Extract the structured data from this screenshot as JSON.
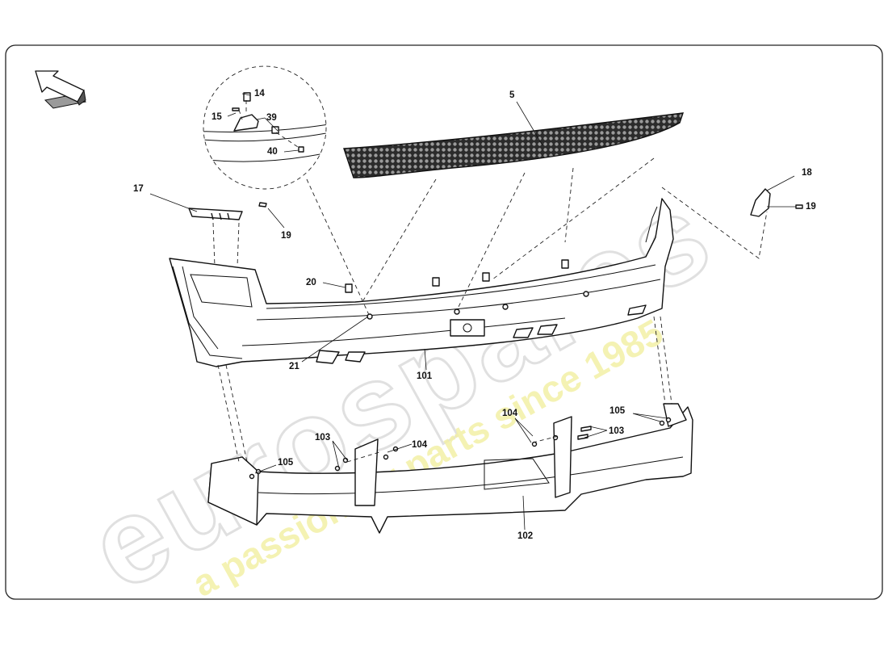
{
  "watermark": {
    "brand": "eurospares",
    "tagline": "a passion for parts since 1985"
  },
  "callouts": {
    "c5": "5",
    "c14": "14",
    "c15": "15",
    "c39": "39",
    "c40": "40",
    "c17": "17",
    "c19a": "19",
    "c18": "18",
    "c19b": "19",
    "c20": "20",
    "c21": "21",
    "c101": "101",
    "c102": "102",
    "c103a": "103",
    "c104a": "104",
    "c105a": "105",
    "c104b": "104",
    "c103b": "103",
    "c105b": "105"
  },
  "icons": {
    "orientation": "direction-arrow-icon"
  }
}
